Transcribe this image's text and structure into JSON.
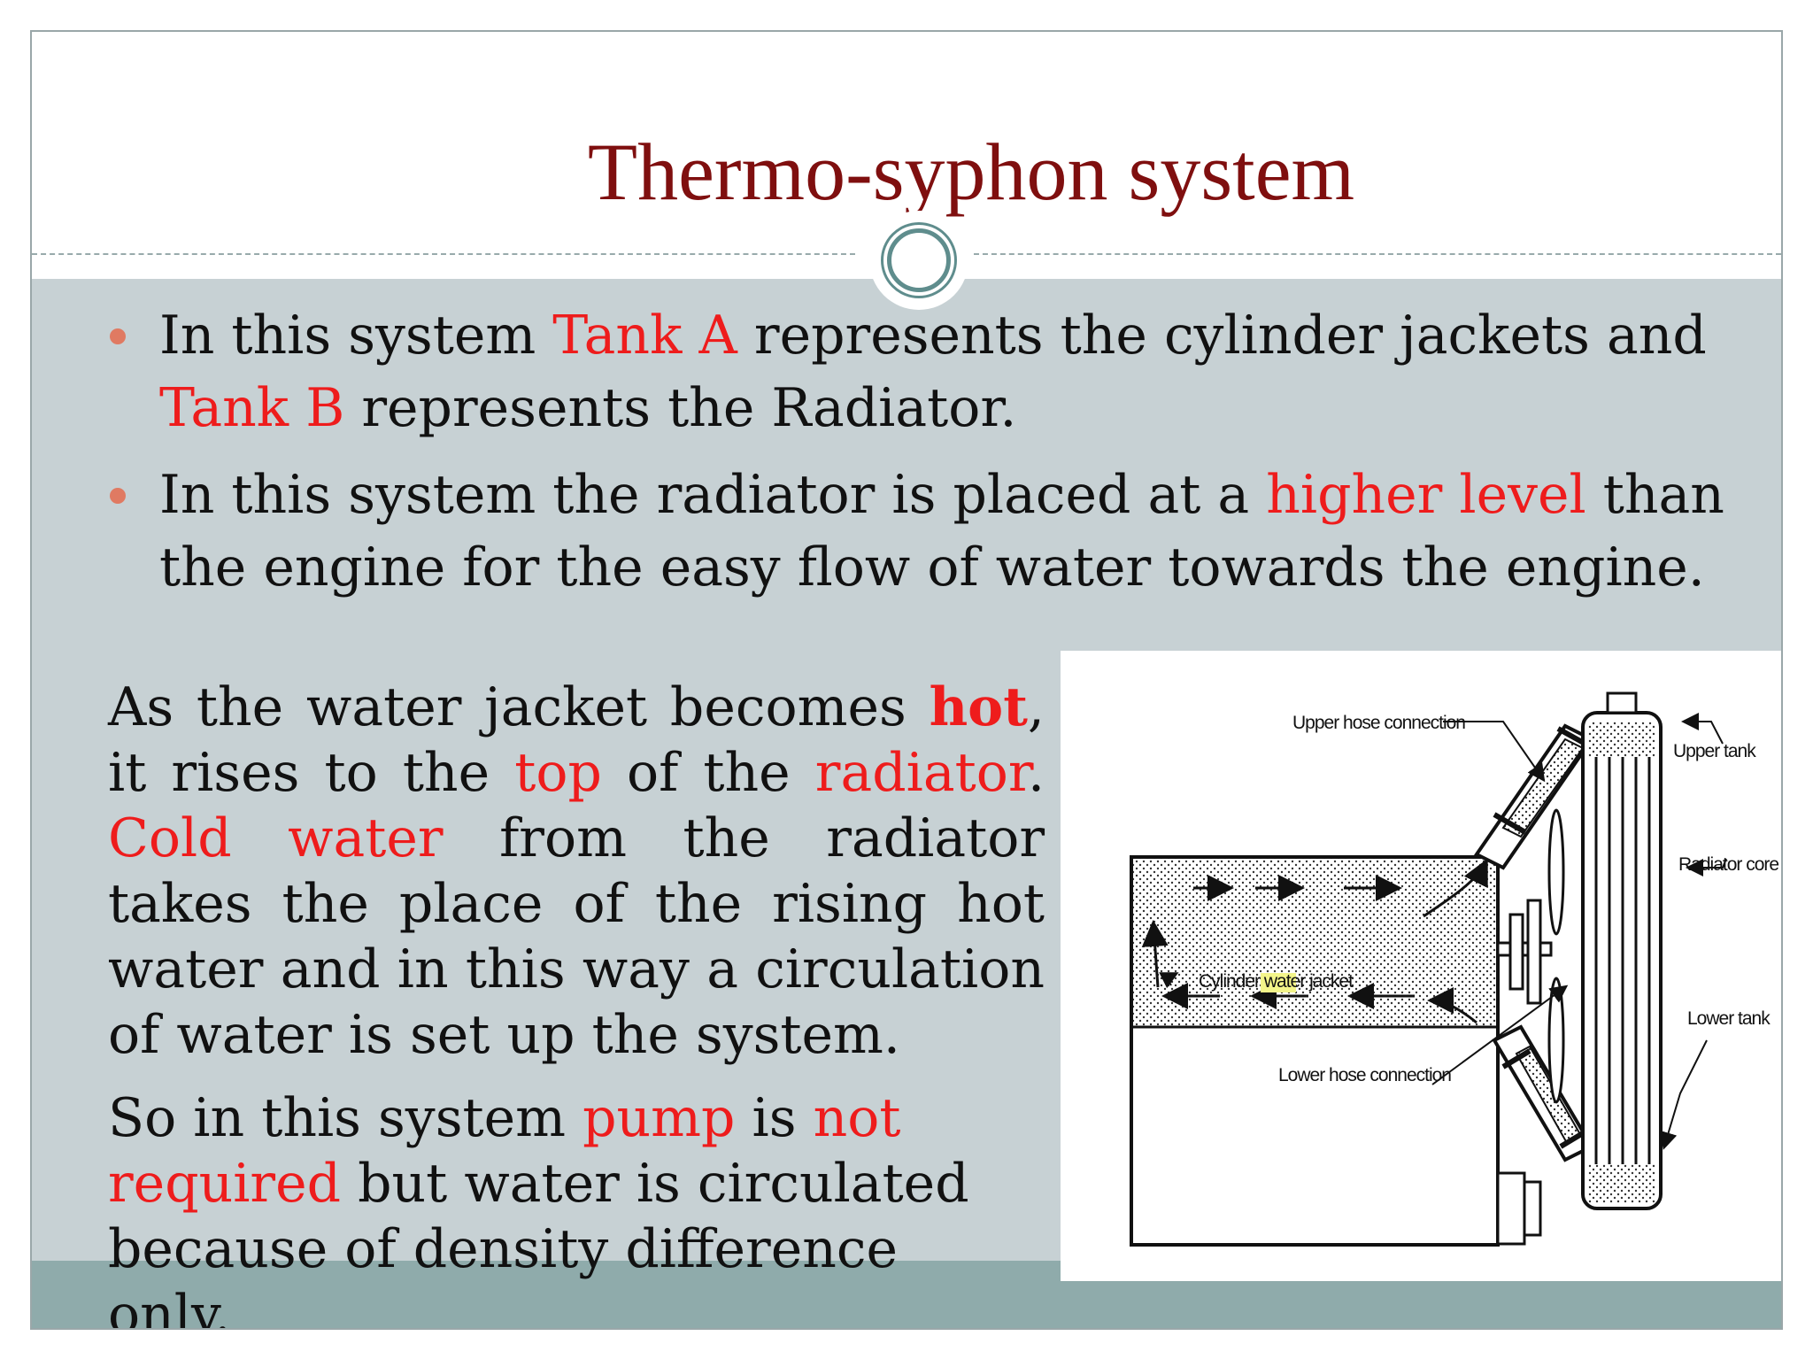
{
  "slide": {
    "title": "Thermo-syphon system",
    "bullets": [
      {
        "t1": "In this system ",
        "t2": "Tank A",
        "t3": " represents the cylinder jackets and ",
        "t4": "Tank B",
        "t5": " represents the Radiator."
      },
      {
        "t1": "In this system the radiator is placed at a ",
        "t2": "higher level",
        "t3": " than the engine for the easy flow of water towards the engine."
      }
    ],
    "paragraph1": {
      "t1": "As the water jacket becomes ",
      "t2": "hot",
      "t3": ", it rises to the ",
      "t4": "top",
      "t5": " of the ",
      "t6": "radiator",
      "t7": ". ",
      "t8": "Cold water",
      "t9": " from the radiator takes the place of the rising hot water and in this way a circulation of water is set up the system."
    },
    "paragraph2": {
      "t1": "So in this system ",
      "t2": "pump",
      "t3": " is ",
      "t4": "not required",
      "t5": " but water is circulated because of density difference only."
    },
    "diagram_labels": {
      "upper_hose": "Upper hose connection",
      "upper_tank": "Upper tank",
      "radiator_core": "Radiator core",
      "cylinder_jacket_1": "Cylinder ",
      "cylinder_jacket_2": "water",
      "cylinder_jacket_3": " jacket",
      "lower_tank": "Lower tank",
      "lower_hose": "Lower hose connection"
    },
    "colors": {
      "title": "#7f0f0f",
      "highlight": "#ee1c1c",
      "content_bg": "#c7d1d4",
      "footer_band": "#8fabab",
      "bullet": "#e07a62"
    }
  }
}
